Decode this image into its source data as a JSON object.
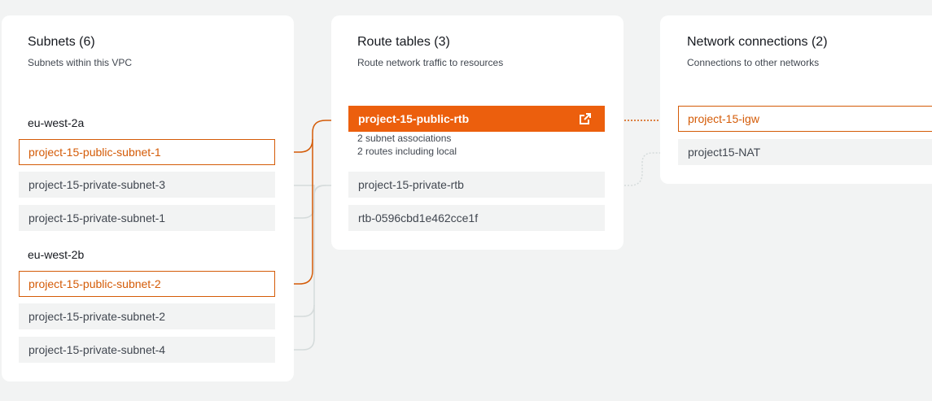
{
  "subnets": {
    "title": "Subnets (6)",
    "subtitle": "Subnets within this VPC",
    "groups": [
      {
        "label": "eu-west-2a",
        "items": [
          {
            "name": "project-15-public-subnet-1",
            "selected": true
          },
          {
            "name": "project-15-private-subnet-3",
            "selected": false
          },
          {
            "name": "project-15-private-subnet-1",
            "selected": false
          }
        ]
      },
      {
        "label": "eu-west-2b",
        "items": [
          {
            "name": "project-15-public-subnet-2",
            "selected": true
          },
          {
            "name": "project-15-private-subnet-2",
            "selected": false
          },
          {
            "name": "project-15-private-subnet-4",
            "selected": false
          }
        ]
      }
    ]
  },
  "route_tables": {
    "title": "Route tables (3)",
    "subtitle": "Route network traffic to resources",
    "items": [
      {
        "name": "project-15-public-rtb",
        "active": true,
        "icon": "external-link-icon",
        "details": [
          "2 subnet associations",
          "2 routes including local"
        ]
      },
      {
        "name": "project-15-private-rtb",
        "active": false
      },
      {
        "name": "rtb-0596cbd1e462cce1f",
        "active": false
      }
    ]
  },
  "network_connections": {
    "title": "Network connections (2)",
    "subtitle": "Connections to other networks",
    "items": [
      {
        "name": "project-15-igw",
        "selected": true
      },
      {
        "name": "project15-NAT",
        "selected": false
      }
    ]
  },
  "colors": {
    "accent": "#ec5f0d",
    "accent_border": "#d45b07",
    "background": "#f2f3f3",
    "item_background": "#f2f3f3",
    "connector_inactive": "#d5dbdb"
  }
}
